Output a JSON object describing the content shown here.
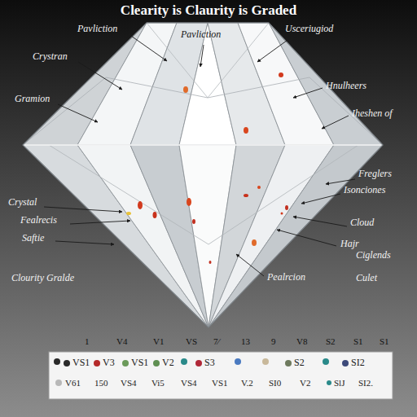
{
  "diagram": {
    "title": "Clearity is Claurity is Graded",
    "labels": [
      "Pavliction",
      "Pavliction",
      "Usceriugiod",
      "Crystran",
      "Hnulheers",
      "Gramion",
      "Iheshen of",
      "Freglers",
      "Isonciones",
      "Crystal",
      "Fealrecis",
      "Cloud",
      "Saftie",
      "Hajr",
      "Ciglends",
      "Clourity Gralde",
      "Pealrcion",
      "Culet",
      "1",
      "V4",
      "V1",
      "VS",
      "7⁄",
      "13",
      "9",
      "V8",
      "S2",
      "S1",
      "S1",
      "V61",
      "150",
      "VS4",
      "Vi5",
      "VS4",
      "VS1",
      "V.2",
      "SI0",
      "V2",
      "SlJ",
      "SI2."
    ],
    "legend": [
      {
        "text": "VS1",
        "color": "#2a2a2a"
      },
      {
        "text": "V3",
        "color": "#b52a2a"
      },
      {
        "text": "VS1",
        "color": "#6b9a5a"
      },
      {
        "text": "V2",
        "color": "#5f8f52"
      },
      {
        "text": "S3",
        "color": "#b02838"
      },
      {
        "text": "S2",
        "color": "#6e7a5e"
      },
      {
        "text": "SI2",
        "color": "#3d4a7a"
      }
    ]
  }
}
